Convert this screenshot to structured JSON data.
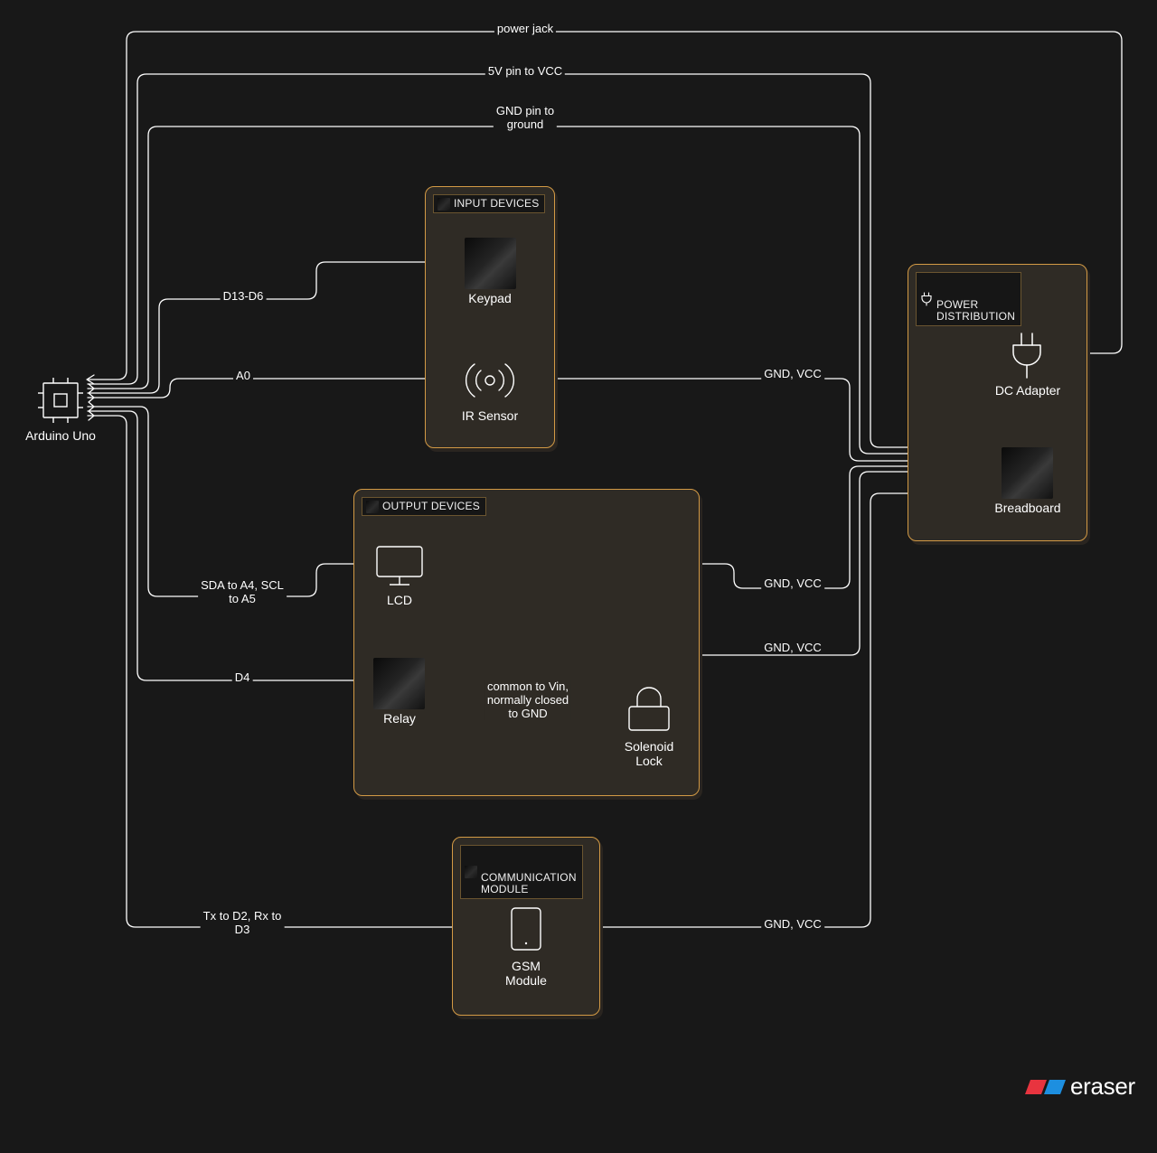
{
  "groups": {
    "input": {
      "label": "INPUT DEVICES"
    },
    "output": {
      "label": "OUTPUT DEVICES"
    },
    "communication": {
      "label": "COMMUNICATION\nMODULE"
    },
    "power": {
      "label": "POWER\nDISTRIBUTION"
    }
  },
  "nodes": {
    "arduino": {
      "label": "Arduino Uno",
      "icon": "chip-icon"
    },
    "keypad": {
      "label": "Keypad",
      "icon": "dark-square"
    },
    "ir_sensor": {
      "label": "IR Sensor",
      "icon": "sensor-icon"
    },
    "lcd": {
      "label": "LCD",
      "icon": "monitor-icon"
    },
    "relay": {
      "label": "Relay",
      "icon": "dark-square"
    },
    "solenoid_lock": {
      "label": "Solenoid\nLock",
      "icon": "lock-icon"
    },
    "gsm": {
      "label": "GSM\nModule",
      "icon": "phone-icon"
    },
    "dc_adapter": {
      "label": "DC Adapter",
      "icon": "plug-icon"
    },
    "breadboard": {
      "label": "Breadboard",
      "icon": "dark-square"
    }
  },
  "edges": {
    "power_jack": "power jack",
    "five_v": "5V pin to VCC",
    "gnd_pin": "GND pin to\nground",
    "keypad": "D13-D6",
    "ir": "A0",
    "ir_power": "GND, VCC",
    "lcd": "SDA to A4, SCL\nto A5",
    "lcd_power": "GND, VCC",
    "relay": "D4",
    "relay_power": "GND, VCC",
    "relay_lock": "common to Vin,\nnormally closed\nto GND",
    "gsm": "Tx to D2, Rx to\nD3",
    "gsm_power": "GND, VCC"
  },
  "brand": {
    "name": "eraser",
    "colors": [
      "#e8343f",
      "#1d8fe0"
    ]
  },
  "colors": {
    "background": "#181818",
    "group_fill": "#2f2b25",
    "group_border": "#d39a45",
    "line": "#ffffff"
  }
}
